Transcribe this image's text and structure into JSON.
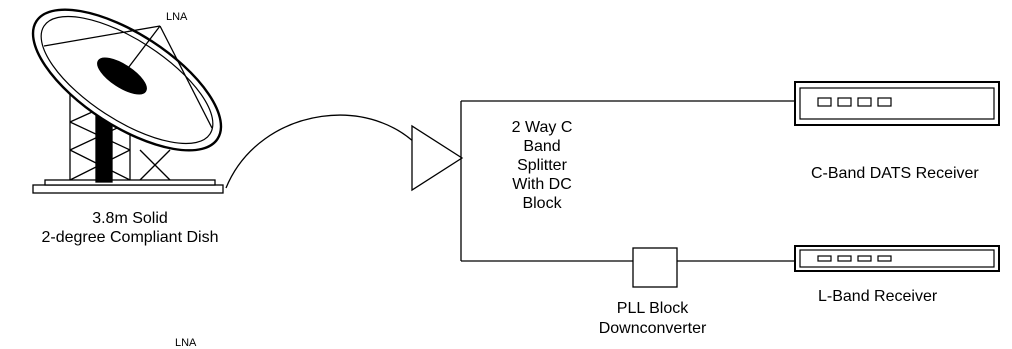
{
  "dish": {
    "lna_label": "LNA",
    "lna_label_cropped": "LNA",
    "caption_line1": "3.8m Solid",
    "caption_line2": "2-degree Compliant Dish"
  },
  "splitter": {
    "line1": "2 Way C",
    "line2": "Band",
    "line3": "Splitter",
    "line4": "With DC",
    "line5": "Block"
  },
  "downconverter": {
    "line1": "PLL Block",
    "line2": "Downconverter"
  },
  "receivers": {
    "c_band": "C-Band DATS Receiver",
    "l_band": "L-Band Receiver"
  },
  "colors": {
    "stroke": "#000000",
    "background": "#ffffff"
  }
}
